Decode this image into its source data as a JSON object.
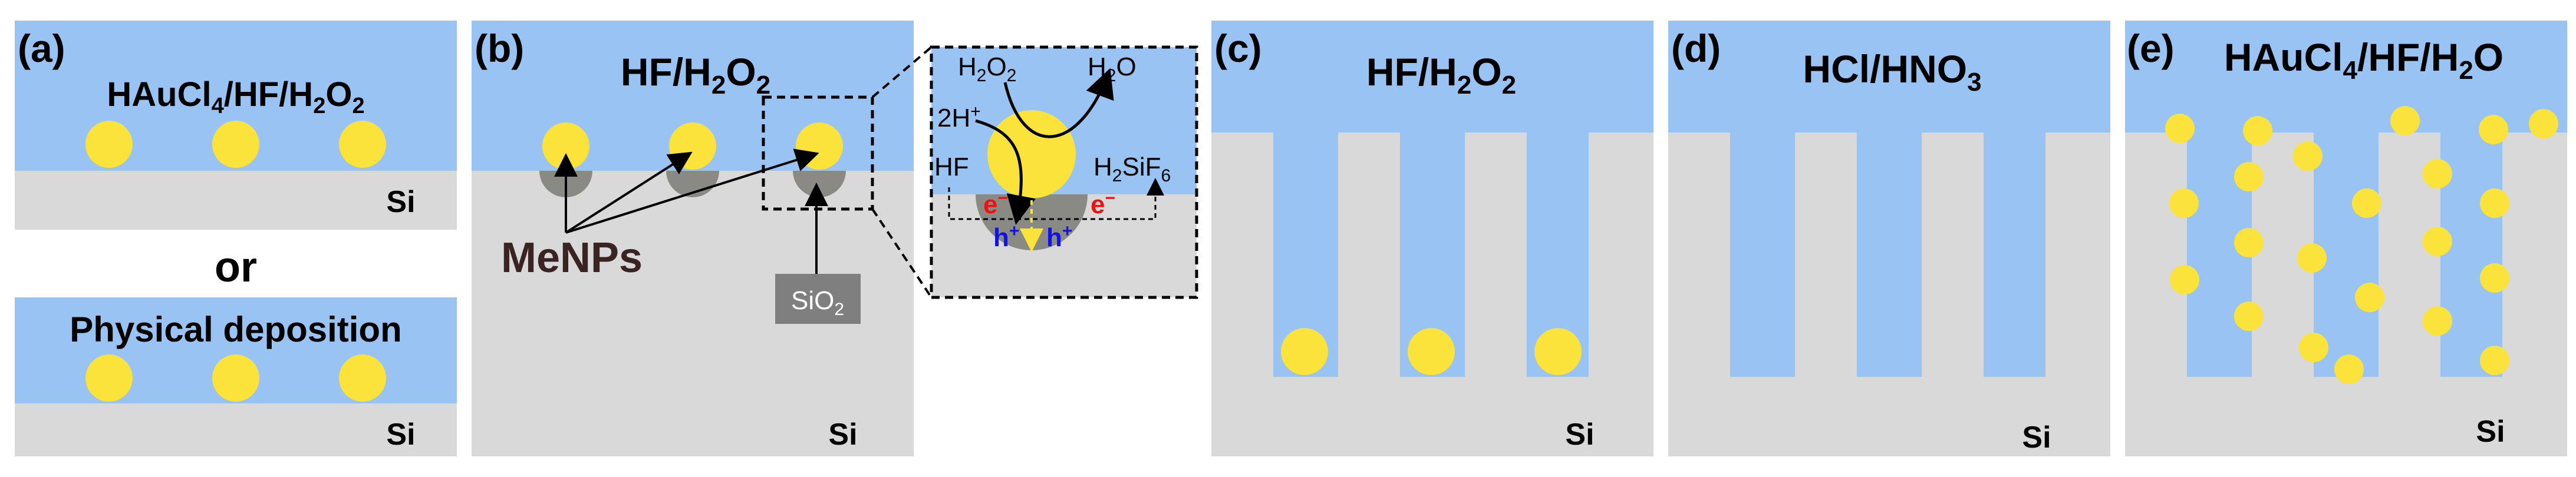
{
  "colors": {
    "liquid": "#99C3F2",
    "silicon": "#D9D9D9",
    "particle": "#FBE33C",
    "oxide": "#8A8A85",
    "menps_text": "#3A2323",
    "electron": "#EE1111",
    "hole": "#1111EE",
    "arrow": "#000000",
    "sio2_box": "#7F7F7F",
    "sio2_text": "#FFFFFF"
  },
  "panel_a": {
    "tag": "(a)",
    "solution": {
      "t1": "HAuCl",
      "s1": "4",
      "t2": "/HF/H",
      "s2": "2",
      "t3": "O",
      "s3": "2"
    },
    "substrate": "Si",
    "connector": "or",
    "method2": "Physical deposition",
    "substrate2": "Si"
  },
  "panel_b": {
    "tag": "(b)",
    "solution": {
      "t1": "HF/H",
      "s1": "2",
      "t2": "O",
      "s2": "2"
    },
    "particles_label": "MeNPs",
    "oxide_label": {
      "t1": "SiO",
      "s1": "2"
    },
    "substrate": "Si"
  },
  "inset": {
    "reactant": {
      "t1": "H",
      "s1": "2",
      "t2": "O",
      "s2": "2"
    },
    "product": {
      "t1": "H",
      "s1": "2",
      "t2": "O"
    },
    "protons": {
      "t1": "2H",
      "sup": "+"
    },
    "hf": "HF",
    "sif6": {
      "t1": "H",
      "s1": "2",
      "t2": "SiF",
      "s2": "6"
    },
    "electron": {
      "t1": "e",
      "sup": "−"
    },
    "hole": {
      "t1": "h",
      "sup": "+"
    }
  },
  "panel_c": {
    "tag": "(c)",
    "solution": {
      "t1": "HF/H",
      "s1": "2",
      "t2": "O",
      "s2": "2"
    },
    "substrate": "Si"
  },
  "panel_d": {
    "tag": "(d)",
    "solution": {
      "t1": "HCl/HNO",
      "s1": "3"
    },
    "substrate": "Si"
  },
  "panel_e": {
    "tag": "(e)",
    "solution": {
      "t1": "HAuCl",
      "s1": "4",
      "t2": "/HF/H",
      "s2": "2",
      "t3": "O"
    },
    "substrate": "Si"
  }
}
